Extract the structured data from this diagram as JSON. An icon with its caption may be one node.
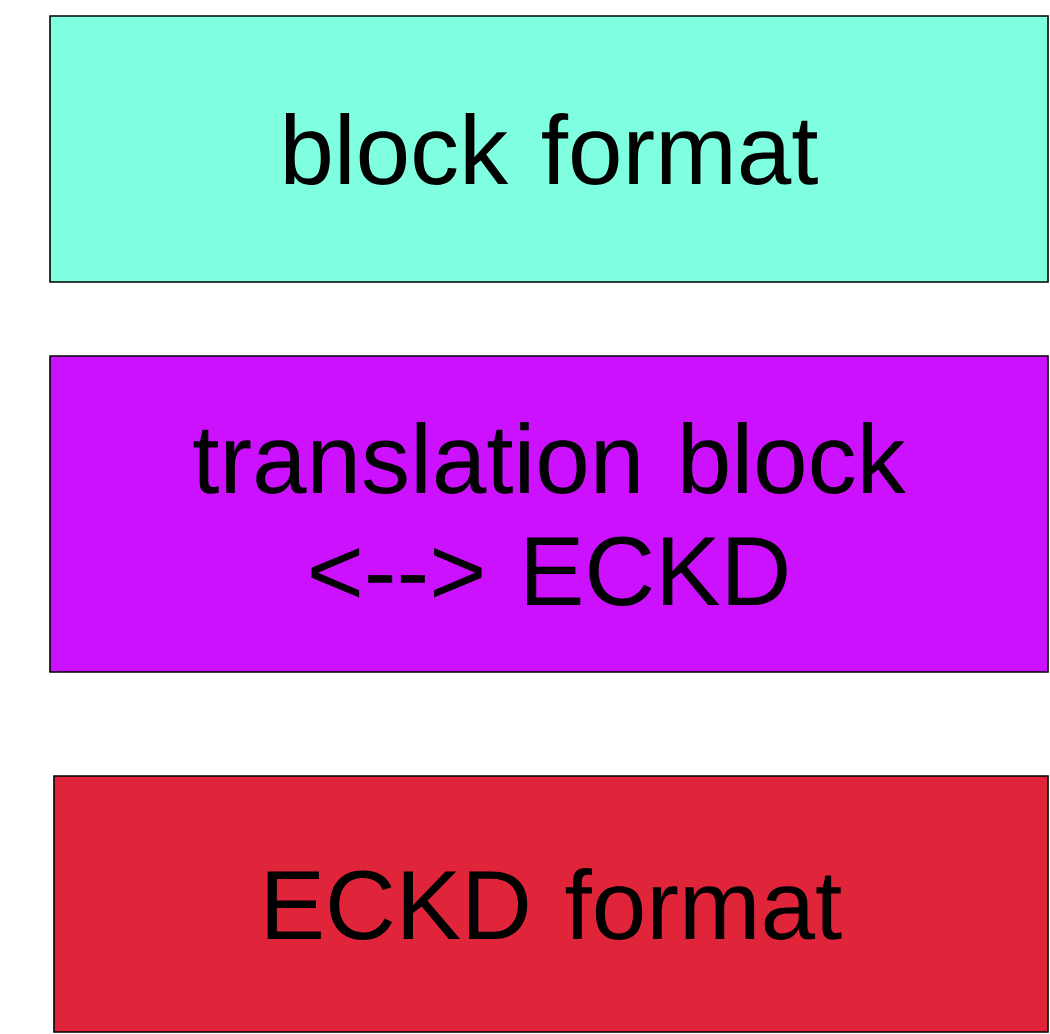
{
  "diagram": {
    "nodes": [
      {
        "text": [
          "block format"
        ]
      },
      {
        "text": [
          "translation block <--> ECKD"
        ]
      },
      {
        "text": [
          "ECKD format"
        ]
      }
    ]
  }
}
